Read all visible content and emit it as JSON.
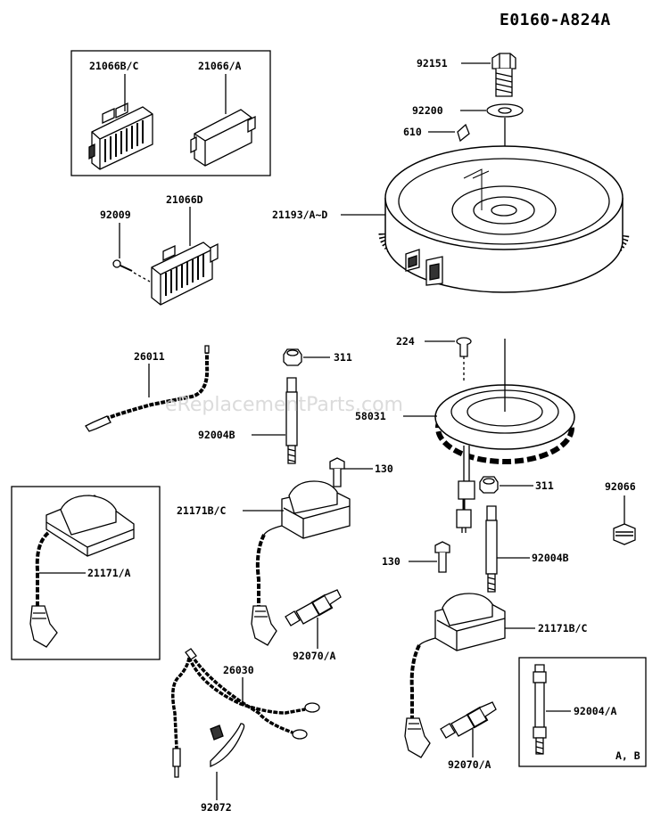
{
  "header": {
    "diagram_code": "E0160-A824A"
  },
  "watermark": "eReplacementParts.com",
  "callouts": {
    "c_21066BC": "21066B/C",
    "c_21066A": "21066/A",
    "c_92151": "92151",
    "c_92200": "92200",
    "c_610": "610",
    "c_92009": "92009",
    "c_21066D": "21066D",
    "c_21193": "21193/A~D",
    "c_26011": "26011",
    "c_311a": "311",
    "c_224": "224",
    "c_58031": "58031",
    "c_92004B_left": "92004B",
    "c_130a": "130",
    "c_311b": "311",
    "c_92066": "92066",
    "c_21171BC_left": "21171B/C",
    "c_21171A": "21171/A",
    "c_130b": "130",
    "c_92004B_right": "92004B",
    "c_92070A_left": "92070/A",
    "c_26030": "26030",
    "c_21171BC_right": "21171B/C",
    "c_92004A": "92004/A",
    "c_AB": "A, B",
    "c_92070A_right": "92070/A",
    "c_92072": "92072"
  }
}
